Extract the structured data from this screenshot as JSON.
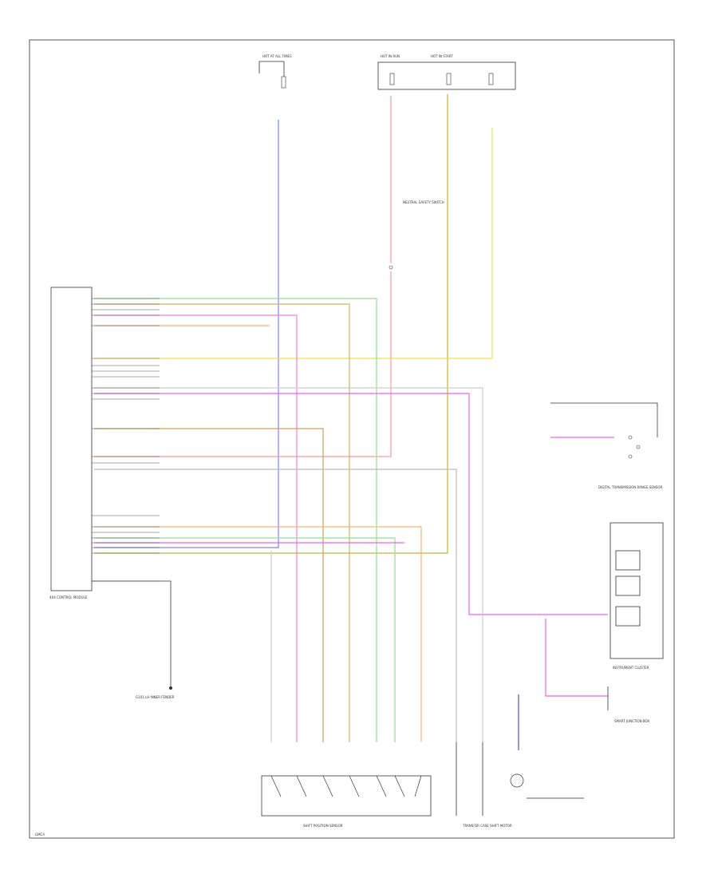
{
  "colors": {
    "red": "#ff9999",
    "pink": "#f060f0",
    "orange": "#ffb070",
    "yellow": "#e8e060",
    "green": "#90e090",
    "blue": "#8080ff",
    "tan": "#c8a060",
    "olive": "#b0a040",
    "navy": "#5050c0",
    "gray": "#aaaaaa"
  },
  "labels": {
    "fuse_panel_left": "HOT AT ALL TIMES",
    "fuse_panel_mid_1": "HOT IN RUN",
    "fuse_panel_mid_2": "HOT IN START",
    "module_name": "4X4 CONTROL MODULE",
    "ground_label": "G101 LH INNER FENDER",
    "encoder_name": "SHIFT POSITION SENSOR",
    "ts_module_name": "TRANSFER CASE SHIFT MOTOR",
    "dtr_name": "DIGITAL TRANSMISSION RANGE SENSOR",
    "instrument_cluster": "INSTRUMENT CLUSTER",
    "smart_junction": "SMART JUNCTION BOX",
    "neutral_switch": "NEUTRAL SAFETY SWITCH",
    "footer_code": "GMC4"
  }
}
